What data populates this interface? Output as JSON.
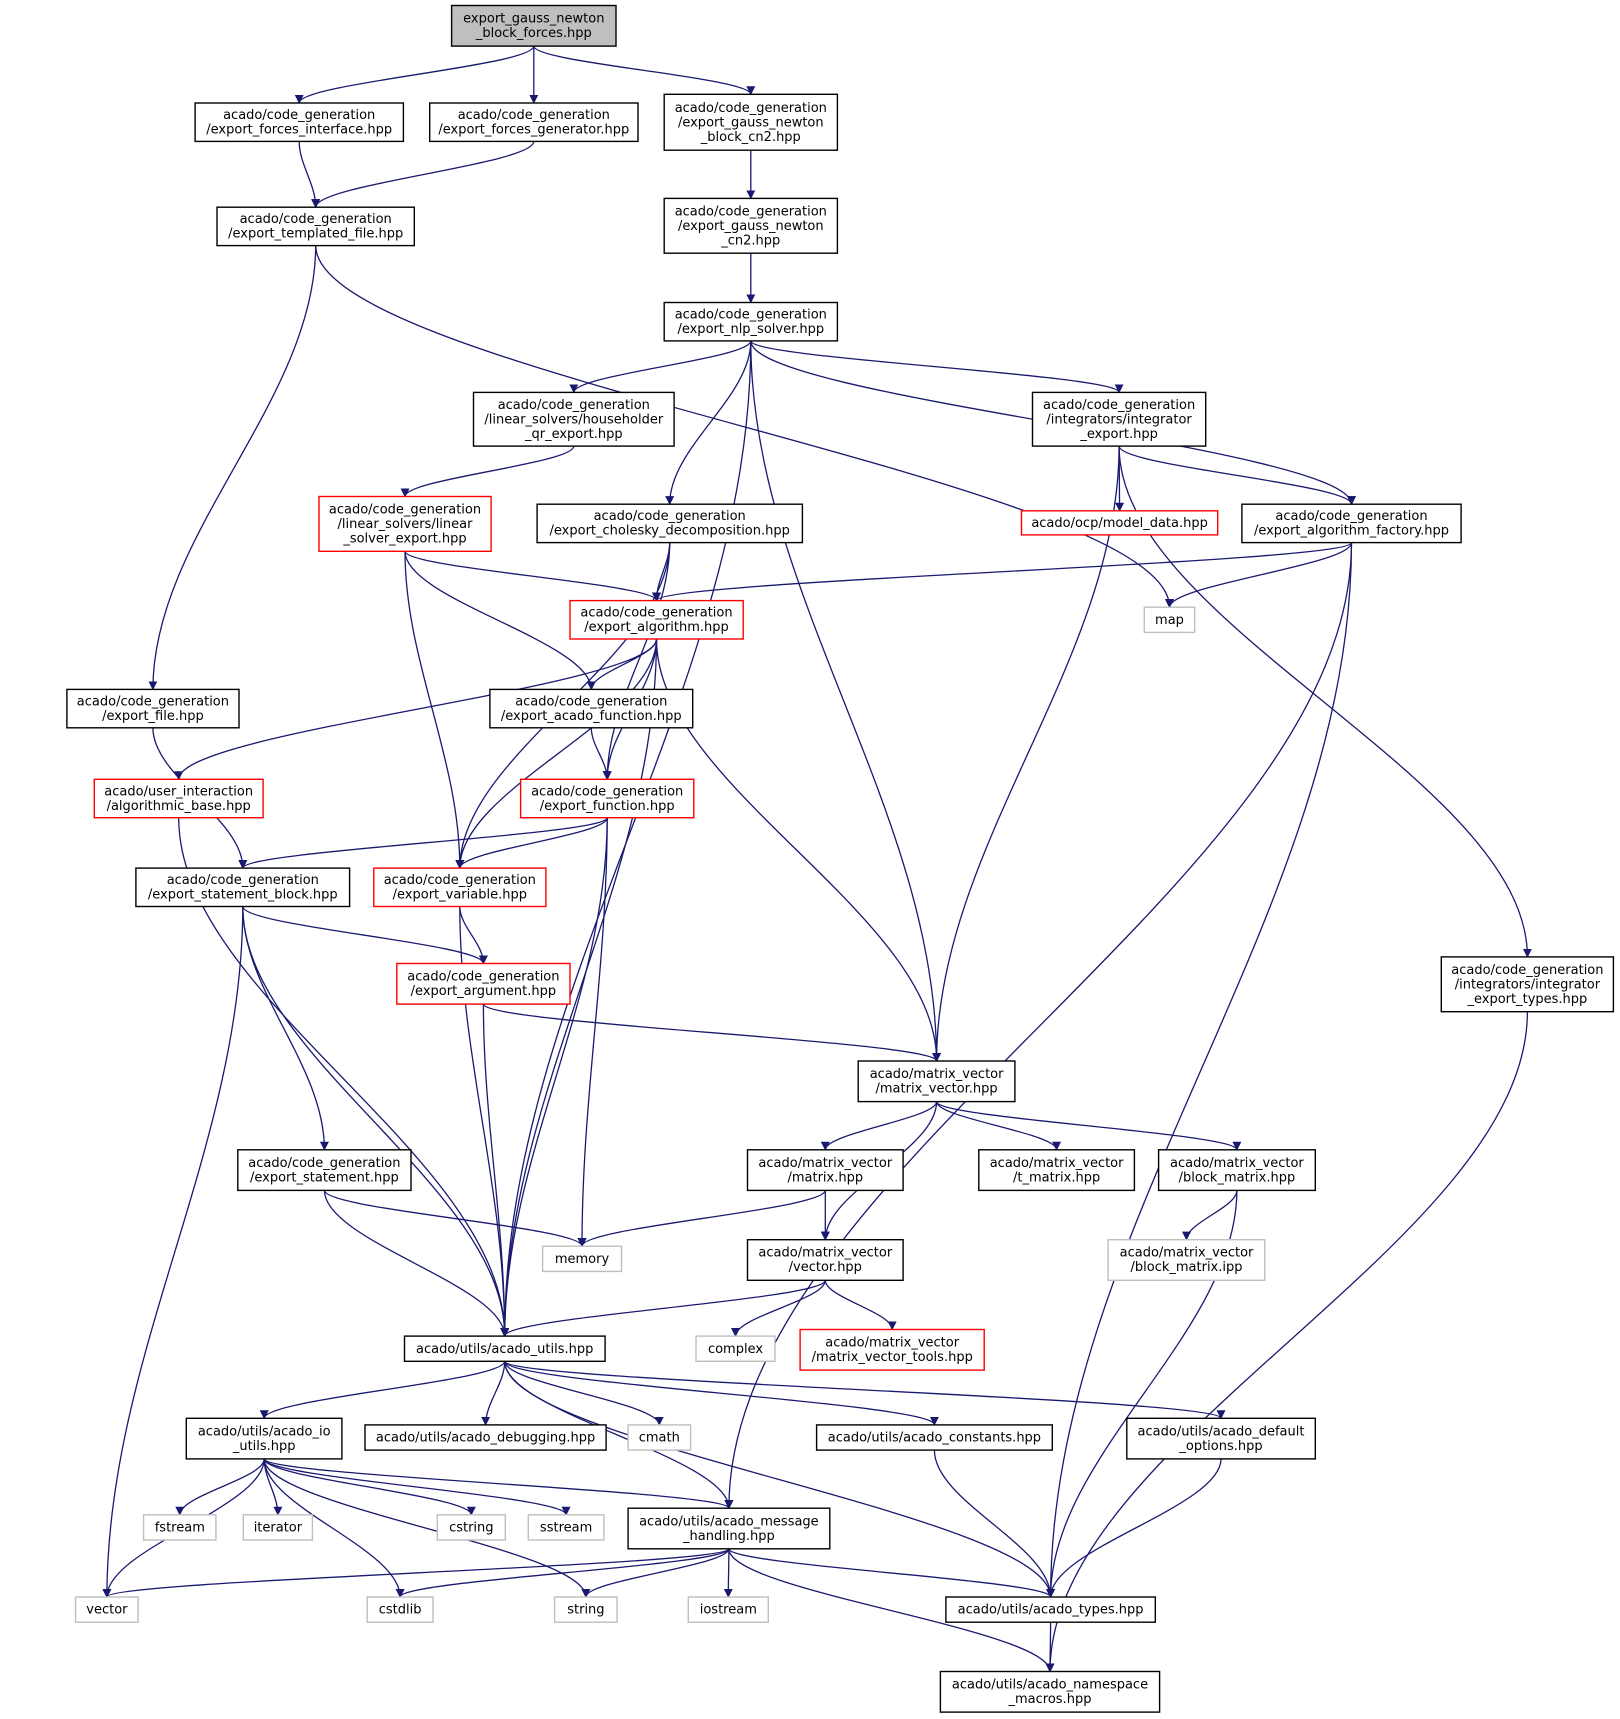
{
  "colors": {
    "edge": "#191970",
    "root_fill": "#bfbfbf",
    "default_border": "#000000",
    "truncated_border": "#ff0000",
    "external_border": "#bfbfbf"
  },
  "nodes": [
    {
      "id": "root",
      "kind": "root",
      "lines": [
        "export_gauss_newton",
        "_block_forces.hpp"
      ]
    },
    {
      "id": "forces_interface",
      "kind": "default",
      "lines": [
        "acado/code_generation",
        "/export_forces_interface.hpp"
      ]
    },
    {
      "id": "forces_generator",
      "kind": "default",
      "lines": [
        "acado/code_generation",
        "/export_forces_generator.hpp"
      ]
    },
    {
      "id": "gn_block_cn2",
      "kind": "default",
      "lines": [
        "acado/code_generation",
        "/export_gauss_newton",
        "_block_cn2.hpp"
      ]
    },
    {
      "id": "gn_cn2",
      "kind": "default",
      "lines": [
        "acado/code_generation",
        "/export_gauss_newton",
        "_cn2.hpp"
      ]
    },
    {
      "id": "templated_file",
      "kind": "default",
      "lines": [
        "acado/code_generation",
        "/export_templated_file.hpp"
      ]
    },
    {
      "id": "nlp_solver",
      "kind": "default",
      "lines": [
        "acado/code_generation",
        "/export_nlp_solver.hpp"
      ]
    },
    {
      "id": "householder",
      "kind": "default",
      "lines": [
        "acado/code_generation",
        "/linear_solvers/householder",
        "_qr_export.hpp"
      ]
    },
    {
      "id": "integrator_export",
      "kind": "default",
      "lines": [
        "acado/code_generation",
        "/integrators/integrator",
        "_export.hpp"
      ]
    },
    {
      "id": "linear_solver",
      "kind": "truncated",
      "lines": [
        "acado/code_generation",
        "/linear_solvers/linear",
        "_solver_export.hpp"
      ]
    },
    {
      "id": "cholesky",
      "kind": "default",
      "lines": [
        "acado/code_generation",
        "/export_cholesky_decomposition.hpp"
      ]
    },
    {
      "id": "model_data",
      "kind": "truncated",
      "lines": [
        "acado/ocp/model_data.hpp"
      ]
    },
    {
      "id": "algorithm_factory",
      "kind": "default",
      "lines": [
        "acado/code_generation",
        "/export_algorithm_factory.hpp"
      ]
    },
    {
      "id": "export_algorithm",
      "kind": "truncated",
      "lines": [
        "acado/code_generation",
        "/export_algorithm.hpp"
      ]
    },
    {
      "id": "map",
      "kind": "external",
      "lines": [
        "map"
      ]
    },
    {
      "id": "export_file",
      "kind": "default",
      "lines": [
        "acado/code_generation",
        "/export_file.hpp"
      ]
    },
    {
      "id": "acado_function",
      "kind": "default",
      "lines": [
        "acado/code_generation",
        "/export_acado_function.hpp"
      ]
    },
    {
      "id": "algorithmic_base",
      "kind": "truncated",
      "lines": [
        "acado/user_interaction",
        "/algorithmic_base.hpp"
      ]
    },
    {
      "id": "export_function",
      "kind": "truncated",
      "lines": [
        "acado/code_generation",
        "/export_function.hpp"
      ]
    },
    {
      "id": "statement_block",
      "kind": "default",
      "lines": [
        "acado/code_generation",
        "/export_statement_block.hpp"
      ]
    },
    {
      "id": "export_variable",
      "kind": "truncated",
      "lines": [
        "acado/code_generation",
        "/export_variable.hpp"
      ]
    },
    {
      "id": "export_argument",
      "kind": "truncated",
      "lines": [
        "acado/code_generation",
        "/export_argument.hpp"
      ]
    },
    {
      "id": "integrator_types",
      "kind": "default",
      "lines": [
        "acado/code_generation",
        "/integrators/integrator",
        "_export_types.hpp"
      ]
    },
    {
      "id": "matrix_vector",
      "kind": "default",
      "lines": [
        "acado/matrix_vector",
        "/matrix_vector.hpp"
      ]
    },
    {
      "id": "export_statement",
      "kind": "default",
      "lines": [
        "acado/code_generation",
        "/export_statement.hpp"
      ]
    },
    {
      "id": "matrix",
      "kind": "default",
      "lines": [
        "acado/matrix_vector",
        "/matrix.hpp"
      ]
    },
    {
      "id": "t_matrix",
      "kind": "default",
      "lines": [
        "acado/matrix_vector",
        "/t_matrix.hpp"
      ]
    },
    {
      "id": "block_matrix",
      "kind": "default",
      "lines": [
        "acado/matrix_vector",
        "/block_matrix.hpp"
      ]
    },
    {
      "id": "memory",
      "kind": "external",
      "lines": [
        "memory"
      ]
    },
    {
      "id": "vector_hpp",
      "kind": "default",
      "lines": [
        "acado/matrix_vector",
        "/vector.hpp"
      ]
    },
    {
      "id": "block_matrix_ipp",
      "kind": "external",
      "lines": [
        "acado/matrix_vector",
        "/block_matrix.ipp"
      ]
    },
    {
      "id": "complex",
      "kind": "external",
      "lines": [
        "complex"
      ]
    },
    {
      "id": "mv_tools",
      "kind": "truncated",
      "lines": [
        "acado/matrix_vector",
        "/matrix_vector_tools.hpp"
      ]
    },
    {
      "id": "acado_utils",
      "kind": "default",
      "lines": [
        "acado/utils/acado_utils.hpp"
      ]
    },
    {
      "id": "io_utils",
      "kind": "default",
      "lines": [
        "acado/utils/acado_io",
        "_utils.hpp"
      ]
    },
    {
      "id": "debugging",
      "kind": "default",
      "lines": [
        "acado/utils/acado_debugging.hpp"
      ]
    },
    {
      "id": "cmath",
      "kind": "external",
      "lines": [
        "cmath"
      ]
    },
    {
      "id": "constants",
      "kind": "default",
      "lines": [
        "acado/utils/acado_constants.hpp"
      ]
    },
    {
      "id": "default_options",
      "kind": "default",
      "lines": [
        "acado/utils/acado_default",
        "_options.hpp"
      ]
    },
    {
      "id": "fstream",
      "kind": "external",
      "lines": [
        "fstream"
      ]
    },
    {
      "id": "iterator",
      "kind": "external",
      "lines": [
        "iterator"
      ]
    },
    {
      "id": "cstring",
      "kind": "external",
      "lines": [
        "cstring"
      ]
    },
    {
      "id": "sstream",
      "kind": "external",
      "lines": [
        "sstream"
      ]
    },
    {
      "id": "message_handling",
      "kind": "default",
      "lines": [
        "acado/utils/acado_message",
        "_handling.hpp"
      ]
    },
    {
      "id": "vector_std",
      "kind": "external",
      "lines": [
        "vector"
      ]
    },
    {
      "id": "cstdlib",
      "kind": "external",
      "lines": [
        "cstdlib"
      ]
    },
    {
      "id": "string",
      "kind": "external",
      "lines": [
        "string"
      ]
    },
    {
      "id": "iostream",
      "kind": "external",
      "lines": [
        "iostream"
      ]
    },
    {
      "id": "types",
      "kind": "default",
      "lines": [
        "acado/utils/acado_types.hpp"
      ]
    },
    {
      "id": "namespace_macros",
      "kind": "default",
      "lines": [
        "acado/utils/acado_namespace",
        "_macros.hpp"
      ]
    }
  ],
  "edges": [
    [
      "root",
      "forces_interface"
    ],
    [
      "root",
      "forces_generator"
    ],
    [
      "root",
      "gn_block_cn2"
    ],
    [
      "forces_interface",
      "templated_file"
    ],
    [
      "forces_generator",
      "templated_file"
    ],
    [
      "gn_block_cn2",
      "gn_cn2"
    ],
    [
      "gn_cn2",
      "nlp_solver"
    ],
    [
      "templated_file",
      "export_file"
    ],
    [
      "templated_file",
      "map"
    ],
    [
      "nlp_solver",
      "acado_utils"
    ],
    [
      "nlp_solver",
      "householder"
    ],
    [
      "nlp_solver",
      "cholesky"
    ],
    [
      "nlp_solver",
      "matrix_vector"
    ],
    [
      "nlp_solver",
      "integrator_export"
    ],
    [
      "nlp_solver",
      "algorithm_factory"
    ],
    [
      "householder",
      "linear_solver"
    ],
    [
      "integrator_export",
      "matrix_vector"
    ],
    [
      "integrator_export",
      "model_data"
    ],
    [
      "integrator_export",
      "algorithm_factory"
    ],
    [
      "integrator_export",
      "integrator_types"
    ],
    [
      "linear_solver",
      "export_variable"
    ],
    [
      "linear_solver",
      "acado_function"
    ],
    [
      "linear_solver",
      "export_algorithm"
    ],
    [
      "cholesky",
      "export_variable"
    ],
    [
      "cholesky",
      "export_algorithm"
    ],
    [
      "cholesky",
      "export_function"
    ],
    [
      "algorithm_factory",
      "export_algorithm"
    ],
    [
      "algorithm_factory",
      "map"
    ],
    [
      "algorithm_factory",
      "message_handling"
    ],
    [
      "algorithm_factory",
      "types"
    ],
    [
      "export_algorithm",
      "algorithmic_base"
    ],
    [
      "export_algorithm",
      "export_variable"
    ],
    [
      "export_algorithm",
      "acado_function"
    ],
    [
      "export_algorithm",
      "export_function"
    ],
    [
      "export_algorithm",
      "acado_utils"
    ],
    [
      "export_algorithm",
      "matrix_vector"
    ],
    [
      "export_file",
      "statement_block"
    ],
    [
      "acado_function",
      "export_function"
    ],
    [
      "algorithmic_base",
      "acado_utils"
    ],
    [
      "export_function",
      "statement_block"
    ],
    [
      "export_function",
      "export_variable"
    ],
    [
      "export_function",
      "memory"
    ],
    [
      "export_function",
      "acado_utils"
    ],
    [
      "statement_block",
      "vector_std"
    ],
    [
      "statement_block",
      "acado_utils"
    ],
    [
      "statement_block",
      "export_statement"
    ],
    [
      "statement_block",
      "export_argument"
    ],
    [
      "export_variable",
      "export_argument"
    ],
    [
      "export_variable",
      "acado_utils"
    ],
    [
      "export_argument",
      "acado_utils"
    ],
    [
      "export_argument",
      "matrix_vector"
    ],
    [
      "integrator_types",
      "namespace_macros"
    ],
    [
      "matrix_vector",
      "matrix"
    ],
    [
      "matrix_vector",
      "vector_hpp"
    ],
    [
      "matrix_vector",
      "t_matrix"
    ],
    [
      "matrix_vector",
      "block_matrix"
    ],
    [
      "export_statement",
      "memory"
    ],
    [
      "export_statement",
      "acado_utils"
    ],
    [
      "matrix",
      "memory"
    ],
    [
      "matrix",
      "vector_hpp"
    ],
    [
      "block_matrix",
      "block_matrix_ipp"
    ],
    [
      "block_matrix",
      "types"
    ],
    [
      "vector_hpp",
      "acado_utils"
    ],
    [
      "vector_hpp",
      "complex"
    ],
    [
      "vector_hpp",
      "mv_tools"
    ],
    [
      "acado_utils",
      "io_utils"
    ],
    [
      "acado_utils",
      "debugging"
    ],
    [
      "acado_utils",
      "cmath"
    ],
    [
      "acado_utils",
      "message_handling"
    ],
    [
      "acado_utils",
      "constants"
    ],
    [
      "acado_utils",
      "default_options"
    ],
    [
      "acado_utils",
      "types"
    ],
    [
      "io_utils",
      "vector_std"
    ],
    [
      "io_utils",
      "fstream"
    ],
    [
      "io_utils",
      "iterator"
    ],
    [
      "io_utils",
      "cstdlib"
    ],
    [
      "io_utils",
      "string"
    ],
    [
      "io_utils",
      "cstring"
    ],
    [
      "io_utils",
      "sstream"
    ],
    [
      "io_utils",
      "message_handling"
    ],
    [
      "constants",
      "types"
    ],
    [
      "default_options",
      "types"
    ],
    [
      "message_handling",
      "vector_std"
    ],
    [
      "message_handling",
      "cstdlib"
    ],
    [
      "message_handling",
      "string"
    ],
    [
      "message_handling",
      "iostream"
    ],
    [
      "message_handling",
      "types"
    ],
    [
      "message_handling",
      "namespace_macros"
    ],
    [
      "types",
      "namespace_macros"
    ]
  ]
}
